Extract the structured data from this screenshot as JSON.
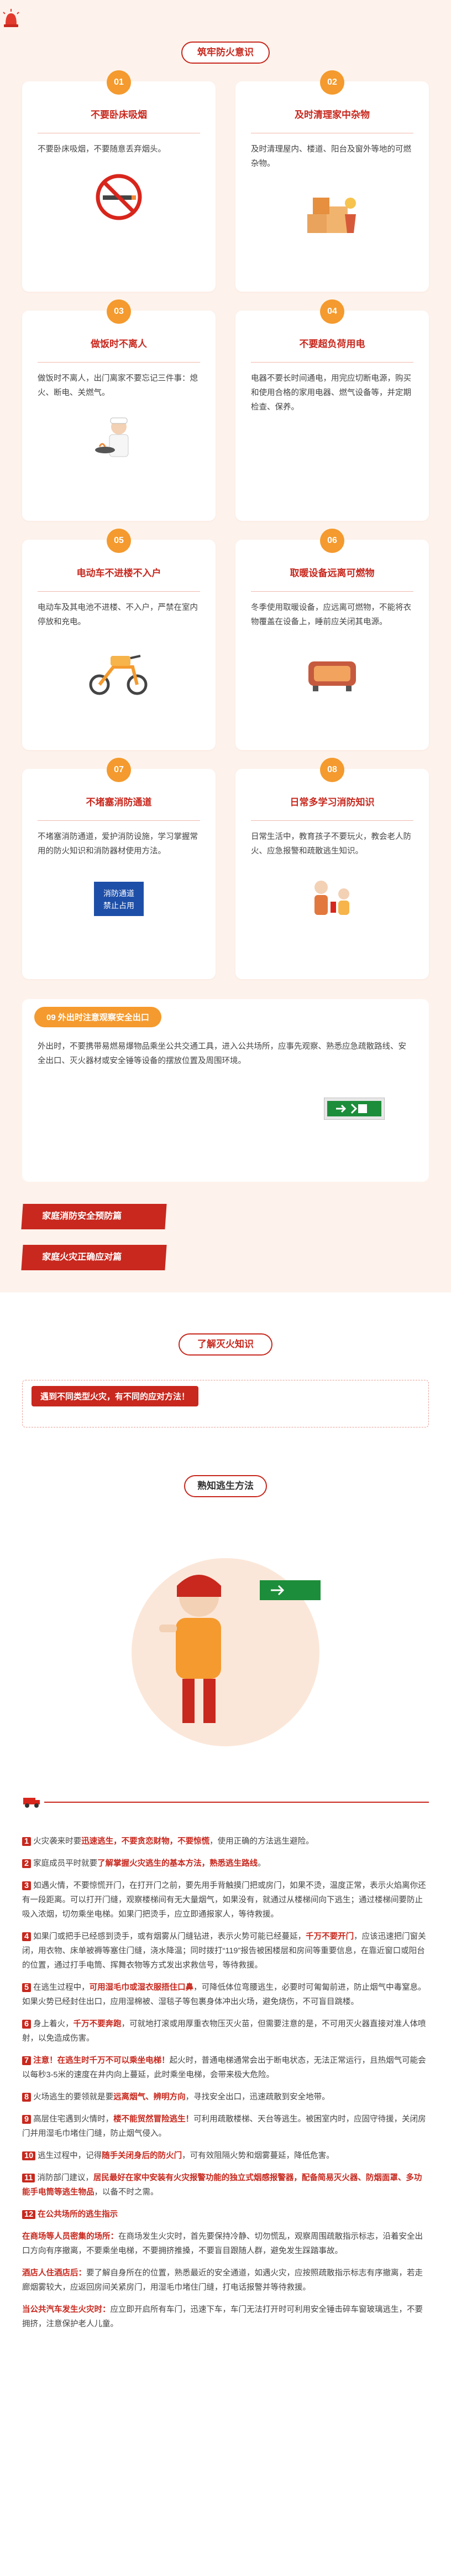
{
  "poster": {
    "title": "筑牢防火意识",
    "cards": [
      {
        "num": "01",
        "title": "不要卧床吸烟",
        "text": "不要卧床吸烟，不要随意丢弃烟头。",
        "icon": "no-smoking-icon"
      },
      {
        "num": "02",
        "title": "及时清理家中杂物",
        "text": "及时清理屋内、楼道、阳台及窗外等地的可燃杂物。",
        "icon": "clutter-icon"
      },
      {
        "num": "03",
        "title": "做饭时不离人",
        "text": "做饭时不离人，出门离家不要忘记三件事：熄火、断电、关燃气。",
        "icon": "cooking-icon"
      },
      {
        "num": "04",
        "title": "不要超负荷用电",
        "text": "电器不要长时间通电，用完应切断电源，购买和使用合格的家用电器、燃气设备等，并定期检查、保养。",
        "icon": "electric-icon"
      },
      {
        "num": "05",
        "title": "电动车不进楼不入户",
        "text": "电动车及其电池不进楼、不入户，严禁在室内停放和充电。",
        "icon": "ebike-icon"
      },
      {
        "num": "06",
        "title": "取暖设备远离可燃物",
        "text": "冬季使用取暖设备，应远离可燃物，不能将衣物覆盖在设备上，睡前应关闭其电源。",
        "icon": "heater-icon"
      },
      {
        "num": "07",
        "title": "不堵塞消防通道",
        "text": "不堵塞消防通道，爱护消防设施，学习掌握常用的防火知识和消防器材使用方法。",
        "icon": "fire-exit-sign-icon",
        "sign": [
          "消防通道",
          "禁止占用"
        ]
      },
      {
        "num": "08",
        "title": "日常多学习消防知识",
        "text": "日常生活中，教育孩子不要玩火，教会老人防火、应急报警和疏散逃生知识。",
        "icon": "family-icon"
      }
    ],
    "wide": {
      "num": "09",
      "title": "外出时注意观察安全出口",
      "text": "外出时，不要携带易燃易爆物品乘坐公共交通工具，进入公共场所，应事先观察、熟悉应急疏散路线、安全出口、灭火器材或安全锤等设备的摆放位置及周围环境。",
      "icon": "exit-sign-icon"
    },
    "ribbons": [
      "家庭消防安全预防篇",
      "家庭火灾正确应对篇"
    ]
  },
  "section2": {
    "title": "了解灭火知识",
    "hint": "遇到不同类型火灾，有不同的应对方法！"
  },
  "section3": {
    "title": "熟知逃生方法",
    "tips": [
      {
        "n": "1",
        "pre": "火灾袭来时要",
        "hl": "迅速逃生，不要贪恋财物，不要惊慌",
        "post": "，使用正确的方法逃生避险。"
      },
      {
        "n": "2",
        "pre": "家庭成员平时就要",
        "hl": "了解掌握火灾逃生的基本方法，熟悉逃生路线",
        "post": "。"
      },
      {
        "n": "3",
        "pre": "如遇火情，不要惊慌开门，在打开门之前，要先用手背触摸门把或房门，如果不烫，温度正常，表示火焰离你还有一段距离。可以打开门缝，观察楼梯间有无大量烟气，如果没有，就通过从楼梯间向下逃生；通过楼梯间要防止吸入浓烟，切勿乘坐电梯。如果门把烫手，应立即通报家人，等待救援。",
        "hl": "",
        "post": ""
      },
      {
        "n": "4",
        "pre": "如果门或把手已经感到烫手，或有烟雾从门缝钻进，表示火势可能已经蔓延，",
        "hl": "千万不要开门",
        "post": "，应该迅速把门窗关闭，用衣物、床单被褥等塞住门缝，浇水降温；同时拨打“119”报告被困楼层和房间等重要信息，在靠近窗口或阳台的位置，通过打手电筒、挥舞衣物等方式发出求救信号，等待救援。"
      },
      {
        "n": "5",
        "pre": "在逃生过程中，",
        "hl": "可用湿毛巾或湿衣服捂住口鼻",
        "post": "，可降低体位弯腰逃生，必要时可匍匐前进，防止烟气中毒窒息。如果火势已经封住出口，应用湿棉被、湿毯子等包裹身体冲出火场，避免烧伤，不可盲目跳楼。"
      },
      {
        "n": "6",
        "pre": "身上着火，",
        "hl": "千万不要奔跑",
        "post": "，可就地打滚或用厚重衣物压灭火苗，但需要注意的是，不可用灭火器直接对准人体喷射，以免造成伤害。"
      },
      {
        "n": "7",
        "pre": "注意！在逃生时千万不可以乘坐电梯！",
        "hl": "",
        "post": "起火时，普通电梯通常会出于断电状态，无法正常运行，且热烟气可能会以每秒3-5米的速度在井内向上蔓延，此时乘坐电梯，会带来极大危险。"
      },
      {
        "n": "8",
        "pre": "火场逃生的要领就是要",
        "hl": "远离烟气、辨明方向",
        "post": "，寻找安全出口，迅速疏散到安全地带。"
      },
      {
        "n": "9",
        "pre": "高层住宅遇到火情时，",
        "hl": "楼不能贸然冒险逃生！",
        "post": "可利用疏散楼梯、天台等逃生。被困室内时，应固守待援，关闭房门并用湿毛巾堵住门缝，防止烟气侵入。"
      },
      {
        "n": "10",
        "pre": "逃生过程中，记得",
        "hl": "随手关闭身后的防火门",
        "post": "，可有效阻隔火势和烟雾蔓延，降低危害。"
      },
      {
        "n": "11",
        "pre": "消防部门建议，",
        "hl": "居民最好在家中安装有火灾报警功能的独立式烟感报警器，配备简易灭火器、防烟面罩、多功能手电筒等逃生物品",
        "post": "，以备不时之需。"
      },
      {
        "n": "12",
        "pre": "在公共场所的逃生指示",
        "hl": "",
        "post": ""
      }
    ],
    "subtips": [
      {
        "hl": "在商场等人员密集的场所：",
        "text": "在商场发生火灾时，首先要保持冷静、切勿慌乱，观察周围疏散指示标志，沿着安全出口方向有序撤离，不要乘坐电梯，不要拥挤推搡，不要盲目跟随人群，避免发生踩踏事故。"
      },
      {
        "hl": "酒店人住酒店后：",
        "text": "要了解自身所在的位置，熟悉最近的安全通道，如遇火灾，应按照疏散指示标志有序撤离，若走廊烟雾较大，应返回房间关紧房门，用湿毛巾堵住门缝，打电话报警并等待救援。"
      },
      {
        "hl": "当公共汽车发生火灾时：",
        "text": "应立即开启所有车门，迅速下车，车门无法打开时可利用安全锤击碎车窗玻璃逃生，不要拥挤，注意保护老人儿童。"
      }
    ]
  }
}
